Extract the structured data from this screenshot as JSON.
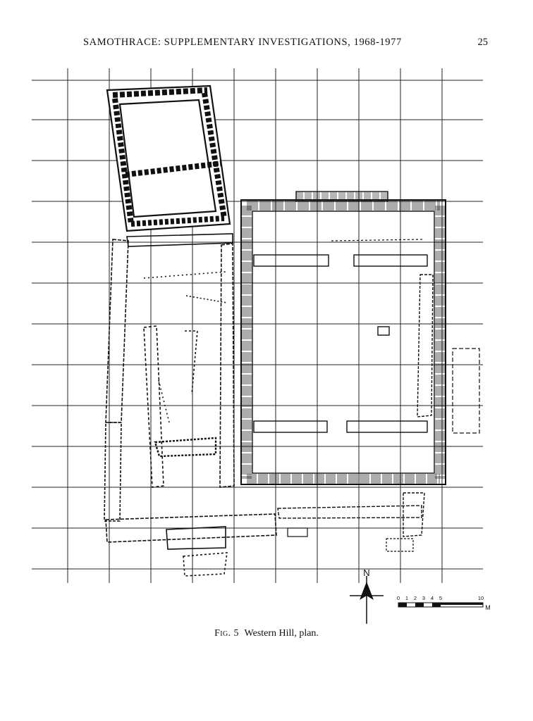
{
  "header": {
    "running_title": "SAMOTHRACE: SUPPLEMENTARY INVESTIGATIONS, 1968-1977",
    "page_number": "25"
  },
  "figure": {
    "north_label": "N",
    "scale_labels": [
      "0",
      "1",
      "2",
      "3",
      "4",
      "5",
      "10"
    ],
    "scale_unit": "M",
    "caption_label": "Fig.",
    "caption_number": "5",
    "caption_text": "Western Hill, plan."
  },
  "colors": {
    "ink": "#111111",
    "paper": "#ffffff"
  }
}
